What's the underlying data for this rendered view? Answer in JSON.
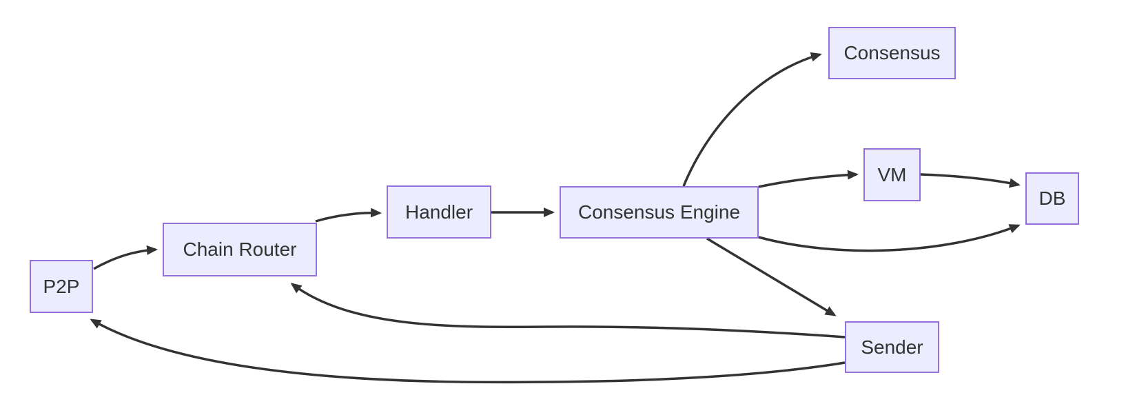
{
  "diagram": {
    "type": "flowchart",
    "direction": "left-to-right",
    "colors": {
      "background": "#FFFFFF",
      "node_fill": "#ECECFF",
      "node_border": "#9370DB",
      "edge_color": "#333333",
      "text_color": "#333333"
    },
    "nodes": [
      {
        "id": "p2p",
        "label": "P2P"
      },
      {
        "id": "chain-router",
        "label": "Chain Router"
      },
      {
        "id": "handler",
        "label": "Handler"
      },
      {
        "id": "consensus-engine",
        "label": "Consensus Engine"
      },
      {
        "id": "consensus",
        "label": "Consensus"
      },
      {
        "id": "vm",
        "label": "VM"
      },
      {
        "id": "db",
        "label": "DB"
      },
      {
        "id": "sender",
        "label": "Sender"
      }
    ],
    "edges": [
      {
        "from": "P2P",
        "to": "Chain Router"
      },
      {
        "from": "Chain Router",
        "to": "Handler"
      },
      {
        "from": "Handler",
        "to": "Consensus Engine"
      },
      {
        "from": "Consensus Engine",
        "to": "Consensus"
      },
      {
        "from": "Consensus Engine",
        "to": "VM"
      },
      {
        "from": "VM",
        "to": "DB"
      },
      {
        "from": "Consensus Engine",
        "to": "DB"
      },
      {
        "from": "Consensus Engine",
        "to": "Sender"
      },
      {
        "from": "Sender",
        "to": "Chain Router"
      },
      {
        "from": "Sender",
        "to": "P2P"
      }
    ]
  }
}
